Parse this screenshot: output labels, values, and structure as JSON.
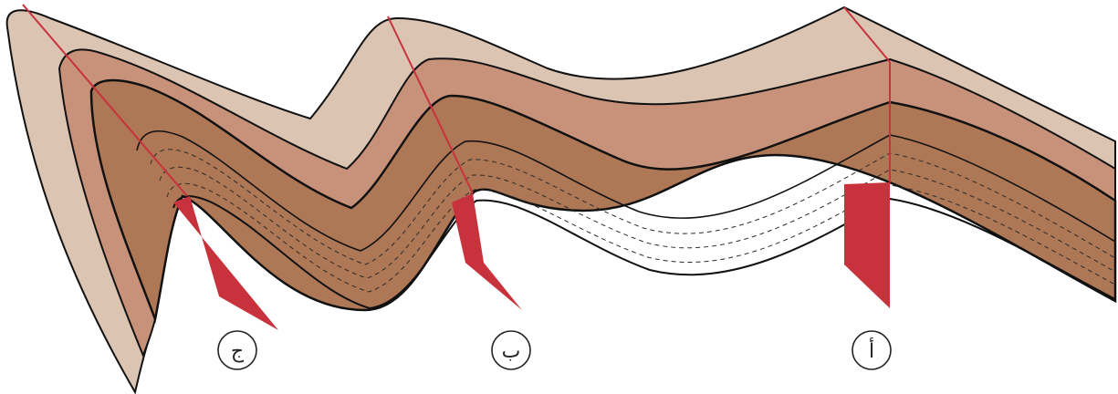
{
  "labels": {
    "a": "أ",
    "b": "ب",
    "c": "ج"
  },
  "colors": {
    "layer_top": "#dcc4b2",
    "layer_upper": "#c8927a",
    "layer_core": "#ae7857",
    "axial_plane": "#c8323c",
    "outline": "#111111",
    "dashed": "#2a2a2a"
  }
}
